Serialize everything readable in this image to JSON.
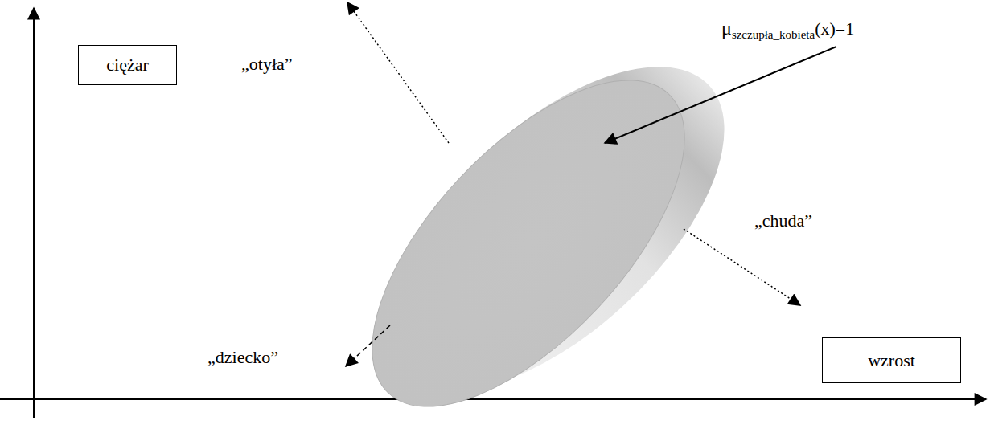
{
  "diagram": {
    "nodes": [
      {
        "text": [
          "ciężar"
        ]
      },
      {
        "text": [
          "wzrost"
        ]
      }
    ],
    "labels": [
      "μ",
      "szczupła_kobieta",
      "(x)=1",
      "„otyła”",
      "„chuda”",
      "„dziecko”"
    ]
  }
}
